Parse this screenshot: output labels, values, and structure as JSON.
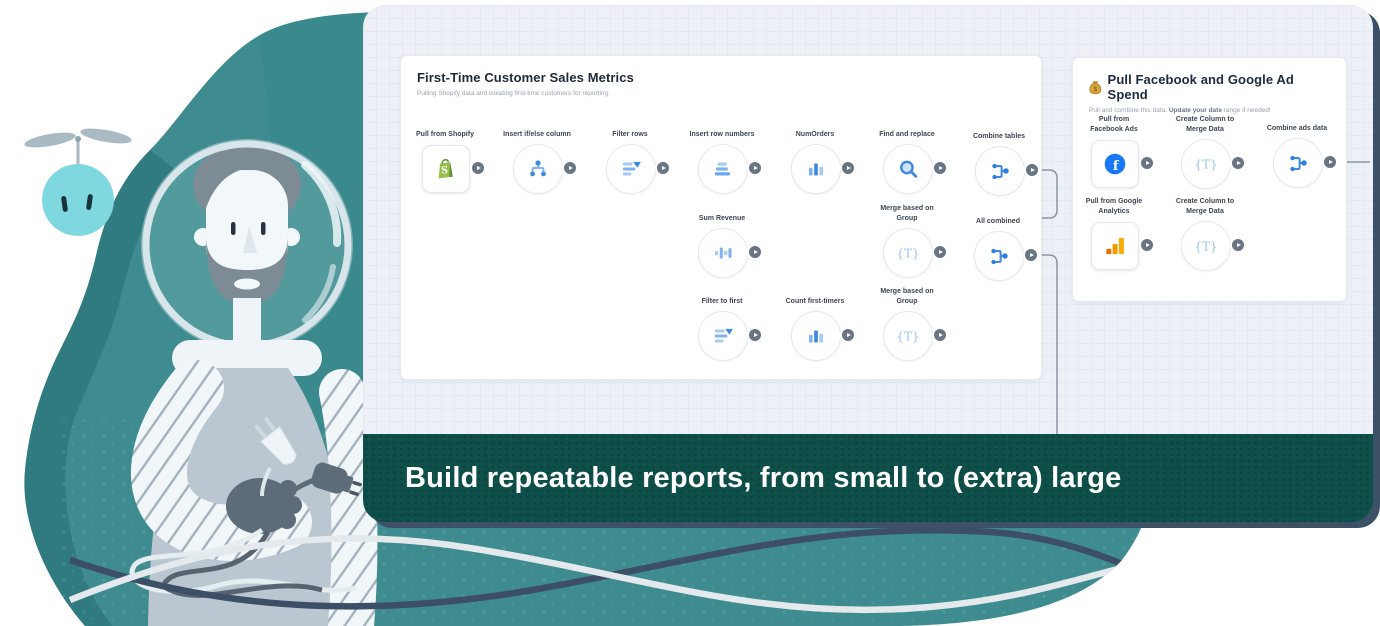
{
  "banner": {
    "title": "Build repeatable reports, from small to (extra) large"
  },
  "glyphs": {
    "braces_t": "{T}",
    "shopify_s": "S",
    "facebook_f": "f",
    "dollar": "$"
  },
  "colors": {
    "teal_blob": "#3e8c8f",
    "teal_dark": "#2f7b80",
    "banner_bg": "#0e4f4a",
    "panel_bg": "#edf1f7",
    "navy_edge": "#3c5066",
    "connector": "#8b96a2",
    "icon_blue": "#3f8ae0",
    "icon_blue_light": "#a9cbf3",
    "shopify_green": "#95bf47",
    "facebook_blue": "#1877f2",
    "ga_orange": "#f9ab00"
  },
  "cards": [
    {
      "title": "First-Time Customer Sales Metrics",
      "subtitle": "Pulling Shopify data and isolating first-time customers for reporting.",
      "nodes": [
        {
          "label": "Pull from Shopify",
          "icon": "shopify"
        },
        {
          "label": "Insert if/else column",
          "icon": "if-else"
        },
        {
          "label": "Filter rows",
          "icon": "filter"
        },
        {
          "label": "Insert row numbers",
          "icon": "row-numbers"
        },
        {
          "label": "NumOrders",
          "icon": "bar-chart"
        },
        {
          "label": "Find and replace",
          "icon": "search"
        },
        {
          "label": "Combine tables",
          "icon": "combine"
        },
        {
          "label": "Sum Revenue",
          "icon": "sum"
        },
        {
          "label": "Merge based on\nGroup",
          "icon": "braces-t"
        },
        {
          "label": "All combined",
          "icon": "combine"
        },
        {
          "label": "Filter to first",
          "icon": "filter"
        },
        {
          "label": "Count first-timers",
          "icon": "bar-chart"
        },
        {
          "label": "Merge based on\nGroup",
          "icon": "braces-t"
        }
      ]
    },
    {
      "title": "Pull Facebook and Google Ad Spend",
      "title_icon": "money-bag",
      "subtitle_pre": "Pull and combine this data. ",
      "subtitle_bold": "Update your date",
      "subtitle_post": " range if needed!",
      "nodes": [
        {
          "label": "Pull from\nFacebook Ads",
          "icon": "facebook"
        },
        {
          "label": "Create Column to\nMerge Data",
          "icon": "braces-t"
        },
        {
          "label": "Combine ads data",
          "icon": "combine"
        },
        {
          "label": "Pull from Google\nAnalytics",
          "icon": "google-analytics"
        },
        {
          "label": "Create Column to\nMerge Data",
          "icon": "braces-t"
        }
      ]
    }
  ]
}
